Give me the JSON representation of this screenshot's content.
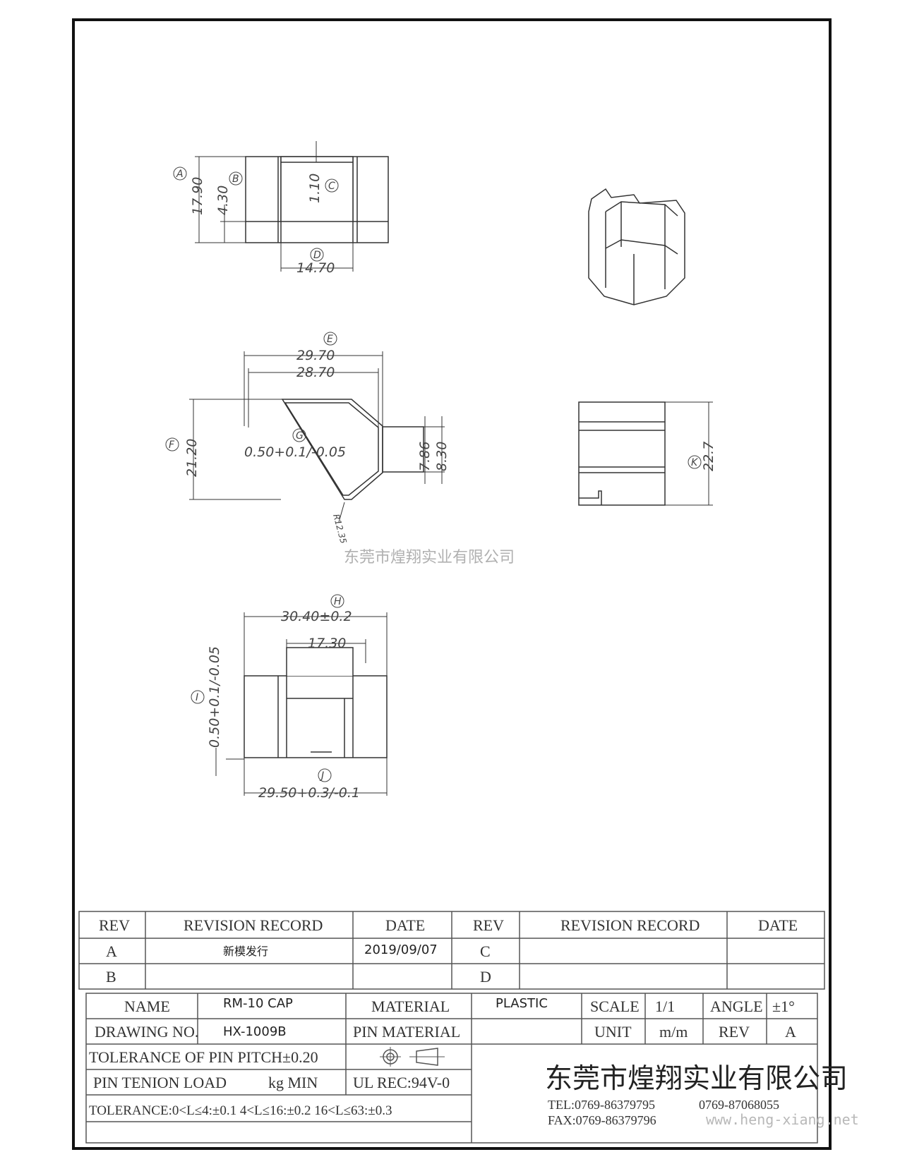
{
  "views": {
    "front": {
      "A": "17.90",
      "B": "4.30",
      "C": "1.10",
      "D": "14.70"
    },
    "top": {
      "E_outer": "29.70",
      "E_inner": "28.70",
      "F": "21.20",
      "G": "0.50+0.1/-0.05",
      "slot_inner": "7.86",
      "slot_outer": "8.30",
      "radius": "R12.35"
    },
    "side": {
      "K": "22.7"
    },
    "bottom": {
      "H": "30.40±0.2",
      "slot": "17.30",
      "I": "0.50+0.1/-0.05",
      "J": "29.50+0.3/-0.1"
    },
    "markers": [
      "A",
      "B",
      "C",
      "D",
      "E",
      "F",
      "G",
      "H",
      "I",
      "J",
      "K"
    ]
  },
  "watermark_center": "东莞市煌翔实业有限公司",
  "revision_table": {
    "headers": [
      "REV",
      "REVISION RECORD",
      "DATE",
      "REV",
      "REVISION RECORD",
      "DATE"
    ],
    "rows": [
      [
        "A",
        "新模发行",
        "2019/09/07",
        "C",
        "",
        ""
      ],
      [
        "B",
        "",
        "",
        "D",
        "",
        ""
      ]
    ]
  },
  "title_block": {
    "name_label": "NAME",
    "name_value": "RM-10 CAP",
    "material_label": "MATERIAL",
    "material_value": "PLASTIC",
    "scale_label": "SCALE",
    "scale_value": "1/1",
    "angle_label": "ANGLE",
    "angle_value": "±1°",
    "drawing_no_label": "DRAWING NO.",
    "drawing_no_value": "HX-1009B",
    "pin_material_label": "PIN MATERIAL",
    "unit_label": "UNIT",
    "unit_value": "m/m",
    "rev_label": "REV",
    "rev_value": "A",
    "tolerance_pitch": "TOLERANCE OF PIN PITCH±0.20",
    "pin_load_label": "PIN TENION LOAD",
    "pin_load_unit": "kg MIN",
    "ul_rec": "UL REC:94V-0",
    "tolerance_line": "TOLERANCE:0<L≤4:±0.1  4<L≤16:±0.2  16<L≤63:±0.3",
    "company": "东莞市煌翔实业有限公司",
    "tel": "TEL:0769-86379795",
    "tel2": "0769-87068055",
    "fax": "FAX:0769-86379796",
    "website": "www.heng-xiang.net"
  }
}
